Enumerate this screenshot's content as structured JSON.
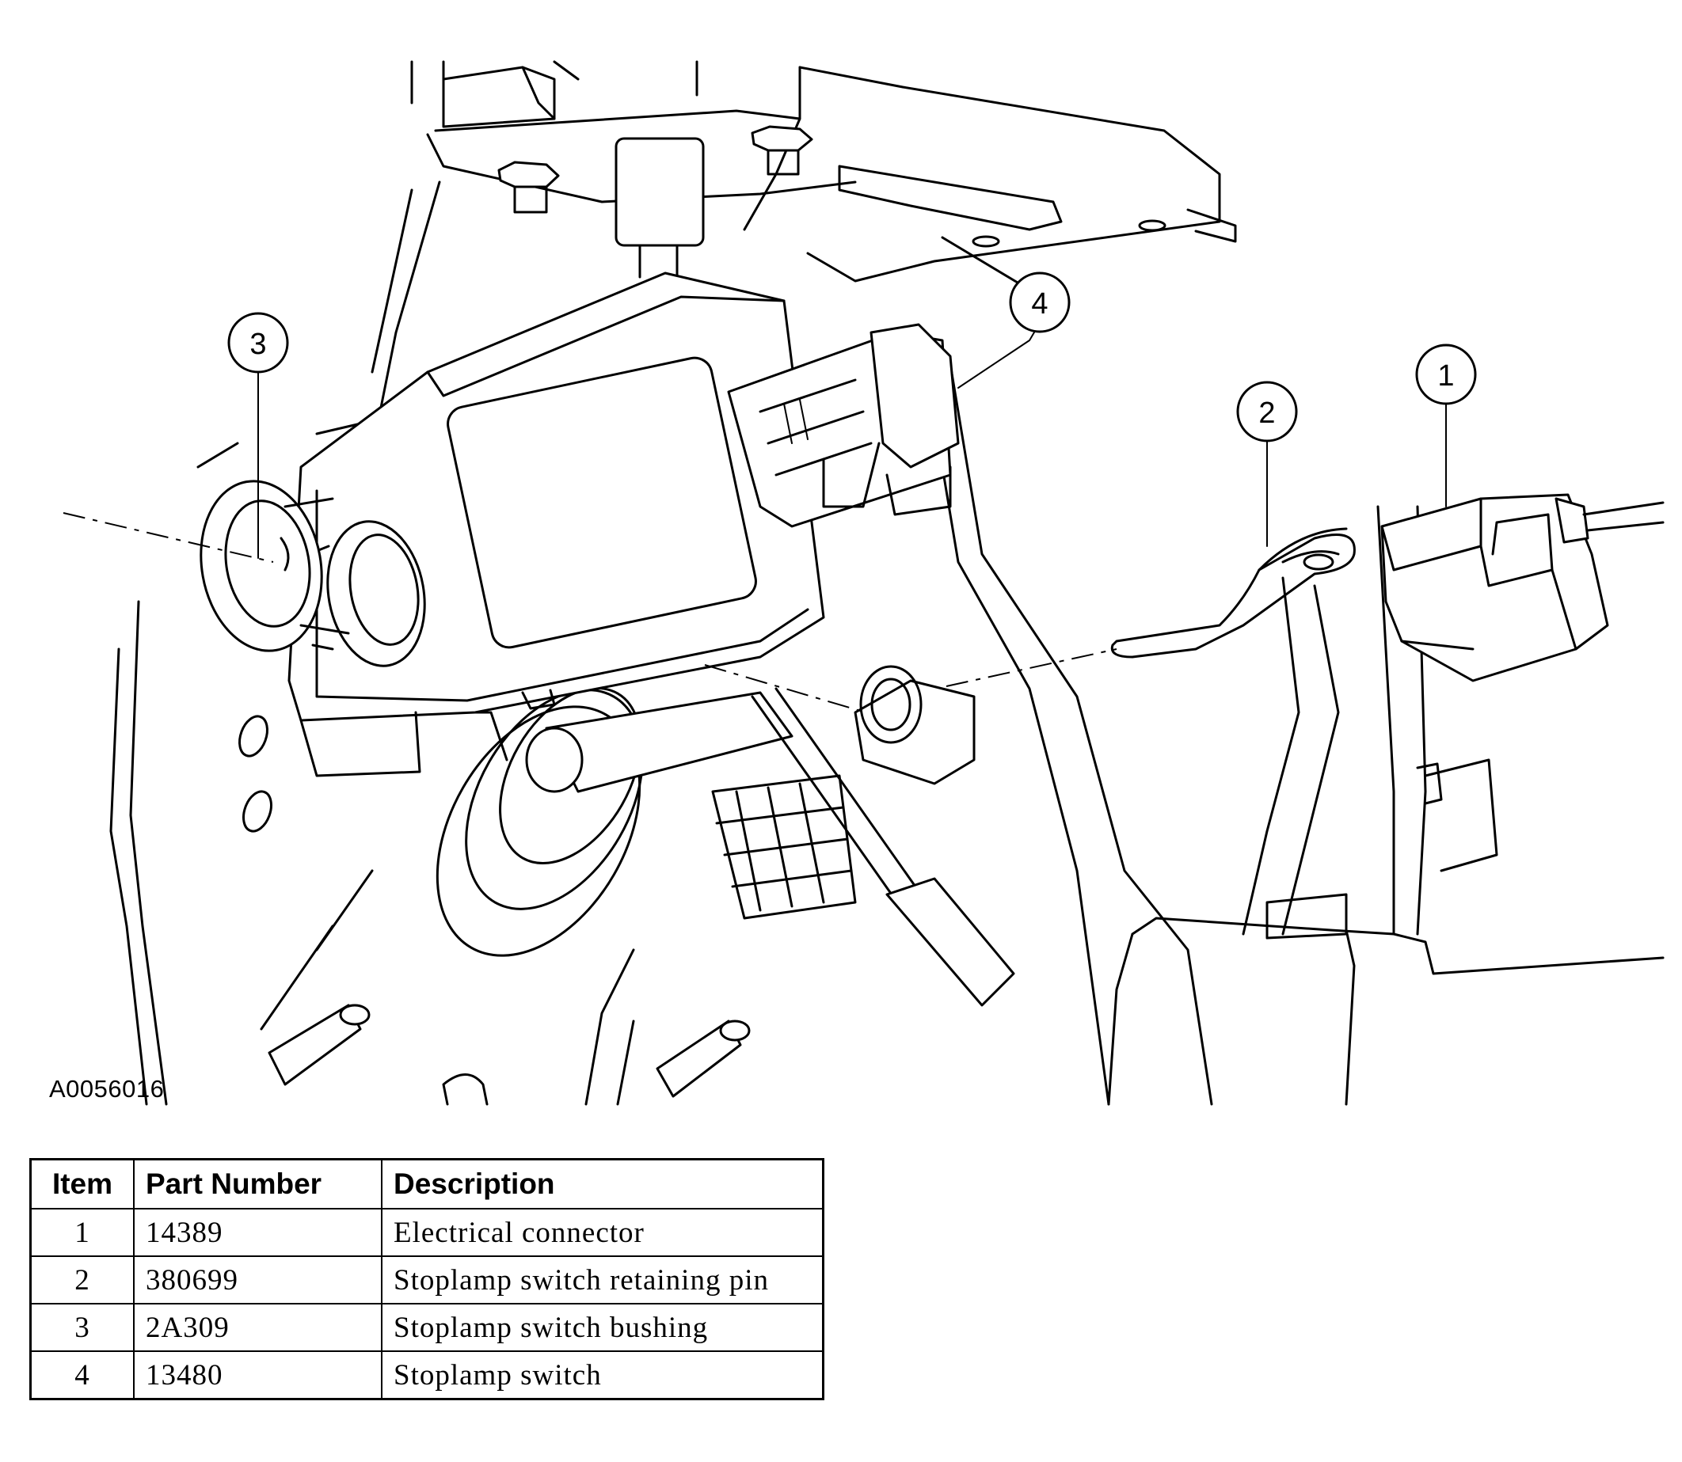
{
  "figure_id": "A0056016",
  "callouts": [
    "1",
    "2",
    "3",
    "4"
  ],
  "table": {
    "headers": [
      "Item",
      "Part Number",
      "Description"
    ],
    "rows": [
      {
        "item": "1",
        "part_number": "14389",
        "description": "Electrical connector"
      },
      {
        "item": "2",
        "part_number": "380699",
        "description": "Stoplamp switch retaining pin"
      },
      {
        "item": "3",
        "part_number": "2A309",
        "description": "Stoplamp switch bushing"
      },
      {
        "item": "4",
        "part_number": "13480",
        "description": "Stoplamp switch"
      }
    ]
  }
}
